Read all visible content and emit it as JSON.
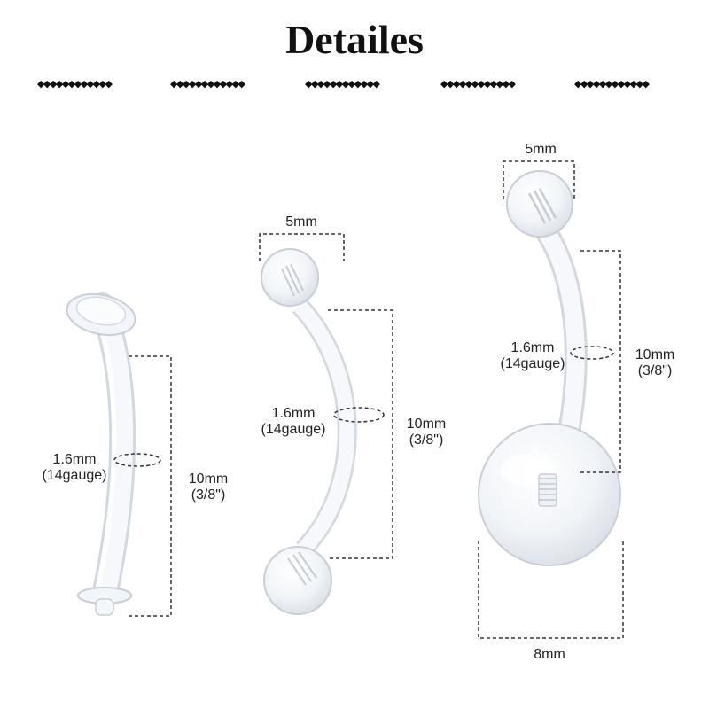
{
  "title": "Detailes",
  "divider_glyph": "◆◆◆◆◆◆◆◆◆◆◆◆",
  "colors": {
    "text": "#222222",
    "title": "#111111",
    "dash": "#333333",
    "jewelry_edge": "#c9ced6",
    "jewelry_fill": "#f3f6fa"
  },
  "items": [
    {
      "name": "curved-barbell-flat",
      "gauge_mm": "1.6mm",
      "gauge_label": "(14gauge)",
      "length_mm": "10mm",
      "length_in": "(3/8\")"
    },
    {
      "name": "curved-barbell-balls",
      "ball_label": "5mm",
      "gauge_mm": "1.6mm",
      "gauge_label": "(14gauge)",
      "length_mm": "10mm",
      "length_in": "(3/8\")"
    },
    {
      "name": "belly-ring",
      "top_ball_label": "5mm",
      "gauge_mm": "1.6mm",
      "gauge_label": "(14gauge)",
      "length_mm": "10mm",
      "length_in": "(3/8\")",
      "bottom_ball_label": "8mm"
    }
  ]
}
